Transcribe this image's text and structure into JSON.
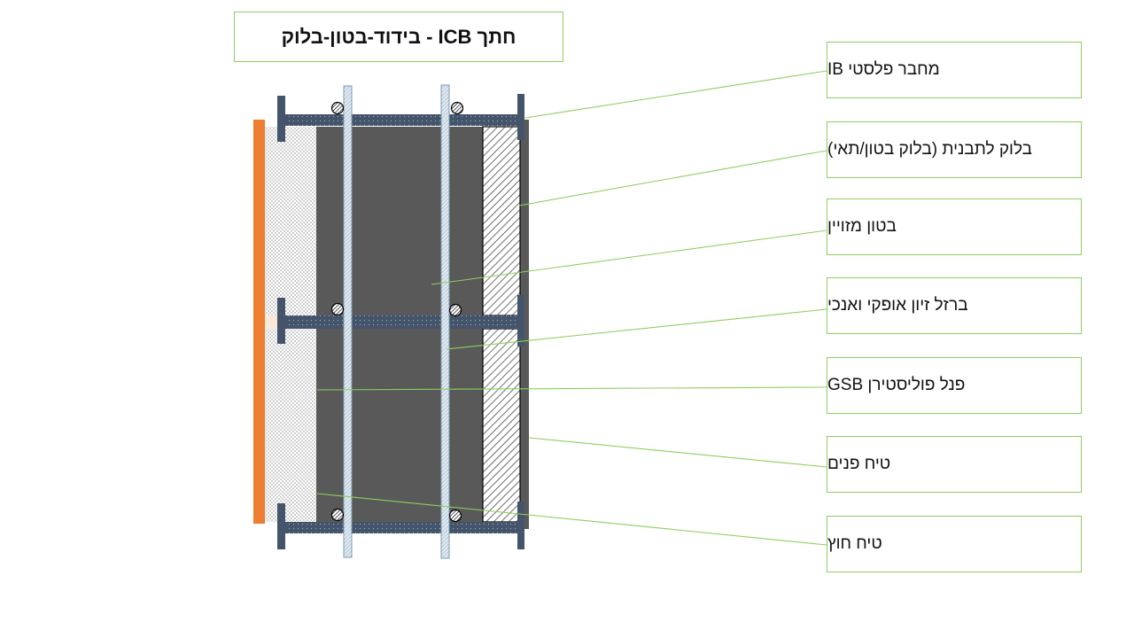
{
  "title": "חתך ICB - בידוד-בטון-בלוק",
  "labels": [
    "מחבר פלסטי IB",
    "בלוק לתבנית (בלוק בטון/תאי)",
    "בטון מזויין",
    "ברזל זיון אופקי ואנכי",
    "פנל פוליסטירן GSB",
    "טיח פנים",
    "טיח חוץ"
  ],
  "colors": {
    "concrete": "#595959",
    "connector": "#44546a",
    "render_outer": "#ed7d31",
    "leader_line": "#8fce5f",
    "rebar": "#c5d9e8"
  }
}
